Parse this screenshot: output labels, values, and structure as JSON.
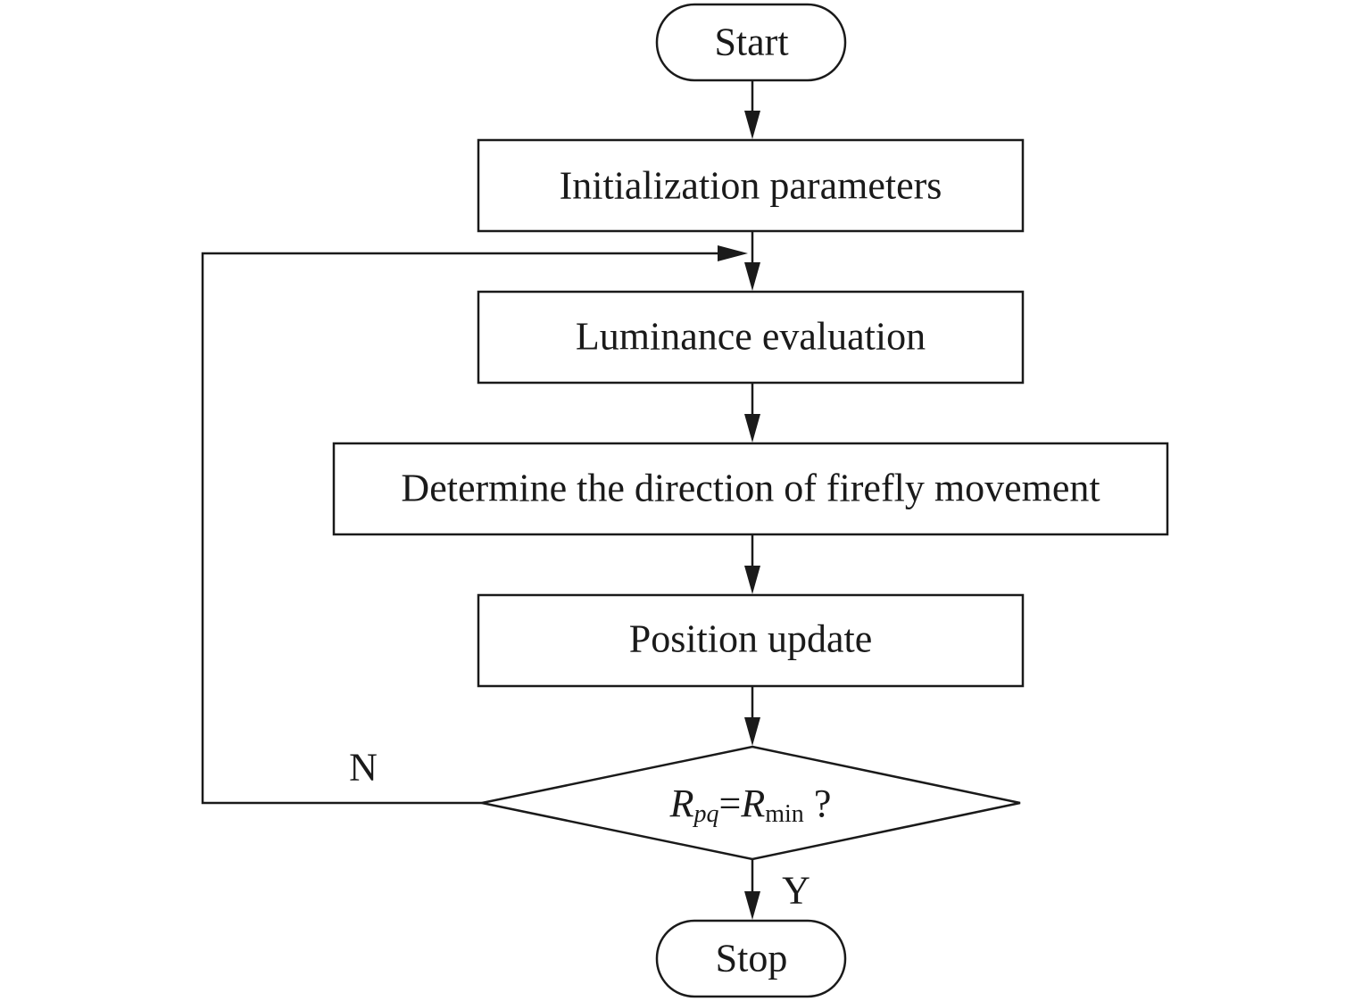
{
  "nodes": {
    "start": {
      "label": "Start",
      "shape": "terminator"
    },
    "init": {
      "label": "Initialization parameters",
      "shape": "process"
    },
    "luminance": {
      "label": "Luminance evaluation",
      "shape": "process"
    },
    "direction": {
      "label": "Determine the direction of firefly movement",
      "shape": "process"
    },
    "position": {
      "label": "Position update",
      "shape": "process"
    },
    "decision": {
      "shape": "decision",
      "lhs_main": "R",
      "lhs_sub": "pq",
      "equals": "=",
      "rhs_main": "R",
      "rhs_sub": "min",
      "question": " ?"
    },
    "stop": {
      "label": "Stop",
      "shape": "terminator"
    }
  },
  "edges": [
    {
      "from": "start",
      "to": "init",
      "label": ""
    },
    {
      "from": "init",
      "to": "luminance",
      "label": ""
    },
    {
      "from": "luminance",
      "to": "direction",
      "label": ""
    },
    {
      "from": "direction",
      "to": "position",
      "label": ""
    },
    {
      "from": "position",
      "to": "decision",
      "label": ""
    },
    {
      "from": "decision",
      "to": "stop",
      "label": "Y"
    },
    {
      "from": "decision",
      "to": "luminance",
      "label": "N"
    }
  ],
  "labels": {
    "yes": "Y",
    "no": "N"
  },
  "colors": {
    "stroke": "#1a1a1a",
    "fill": "#ffffff",
    "text": "#1a1a1a"
  }
}
